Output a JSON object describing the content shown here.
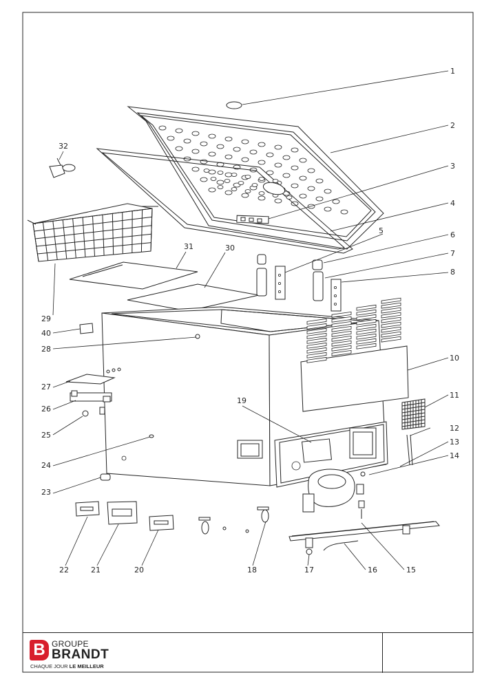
{
  "callouts": [
    "1",
    "2",
    "3",
    "4",
    "5",
    "6",
    "7",
    "8",
    "10",
    "11",
    "12",
    "13",
    "14",
    "15",
    "16",
    "17",
    "18",
    "19",
    "20",
    "21",
    "22",
    "23",
    "24",
    "25",
    "26",
    "27",
    "28",
    "29",
    "30",
    "31",
    "32",
    "40"
  ],
  "footer": {
    "logo_mark": "B",
    "brand_line1": "GROUPE",
    "brand_line2": "BRANDT",
    "tagline_prefix": "CHAQUE JOUR ",
    "tagline_bold": "LE MEILLEUR"
  },
  "colors": {
    "line": "#222222",
    "brand_red": "#d81e2c"
  }
}
